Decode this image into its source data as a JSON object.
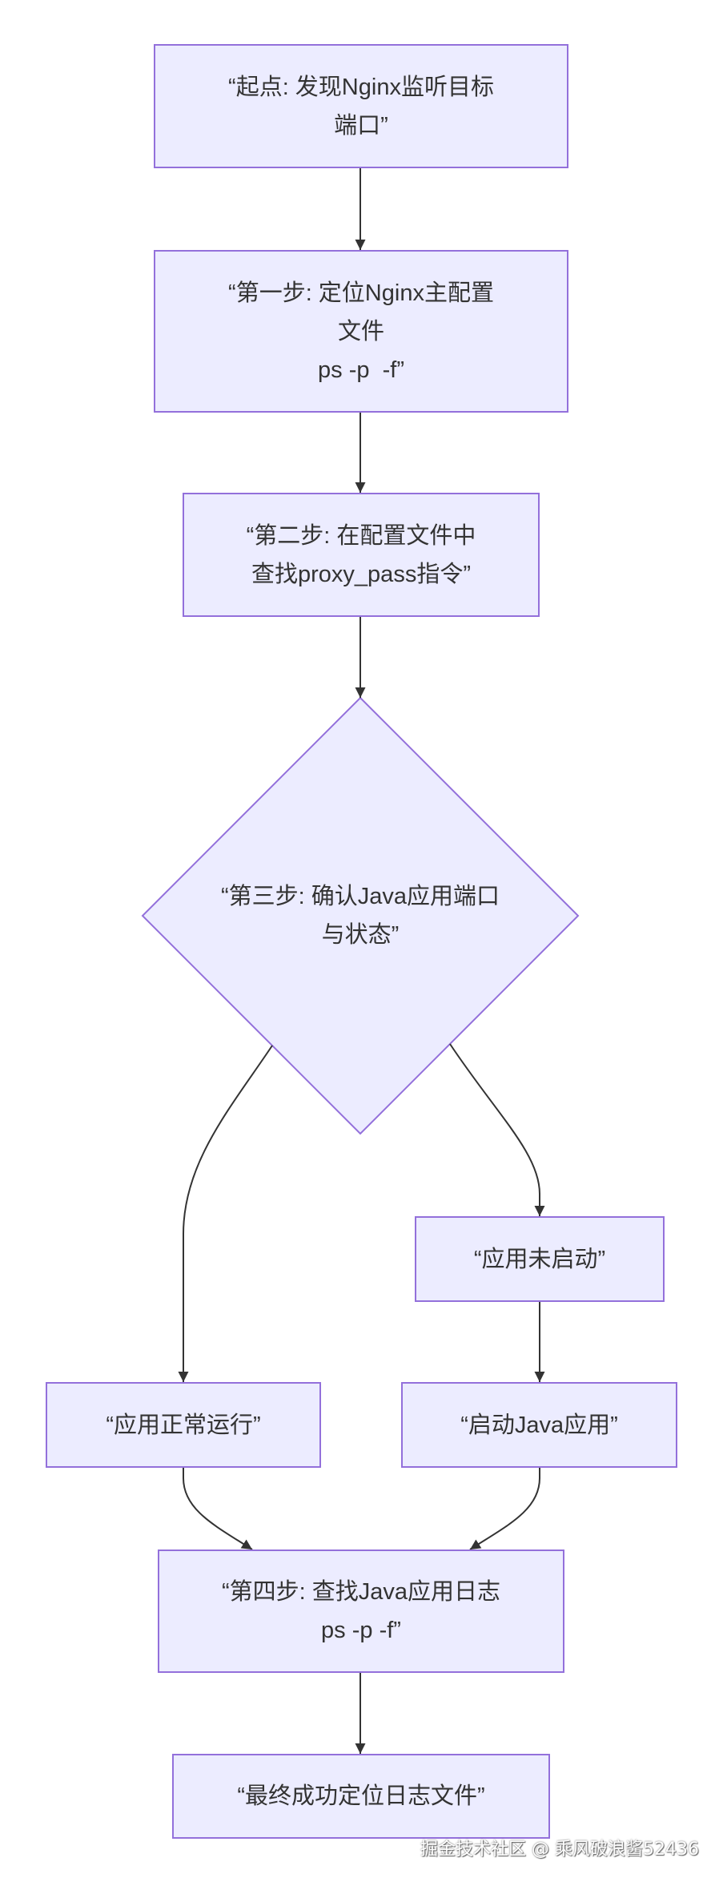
{
  "diagram": {
    "type": "flowchart",
    "colors": {
      "node_fill": "#ECECFF",
      "node_stroke": "#9370DB",
      "edge": "#333333",
      "text": "#333333"
    },
    "nodes": [
      {
        "lines": [
          "“起点: 发现Nginx监听目标",
          "端口”"
        ]
      },
      {
        "lines": [
          "“第一步: 定位Nginx主配置",
          "文件",
          "ps -p  -f”"
        ]
      },
      {
        "lines": [
          "“第二步: 在配置文件中",
          "查找proxy_pass指令”"
        ]
      },
      {
        "decision": true,
        "lines": [
          "“第三步: 确认Java应用端口",
          "与状态”"
        ]
      },
      {
        "lines": [
          "“应用未启动”"
        ]
      },
      {
        "lines": [
          "“应用正常运行”"
        ]
      },
      {
        "lines": [
          "“启动Java应用”"
        ]
      },
      {
        "lines": [
          "“第四步: 查找Java应用日志",
          "ps -p -f”"
        ]
      },
      {
        "lines": [
          "“最终成功定位日志文件”"
        ]
      }
    ],
    "edges": [
      {
        "from": 0,
        "to": 1
      },
      {
        "from": 1,
        "to": 2
      },
      {
        "from": 2,
        "to": 3
      },
      {
        "from": 3,
        "to": 5
      },
      {
        "from": 3,
        "to": 4
      },
      {
        "from": 4,
        "to": 6
      },
      {
        "from": 5,
        "to": 7
      },
      {
        "from": 6,
        "to": 7
      },
      {
        "from": 7,
        "to": 8
      }
    ]
  },
  "watermark": "掘金技术社区 @ 乘风破浪酱52436"
}
